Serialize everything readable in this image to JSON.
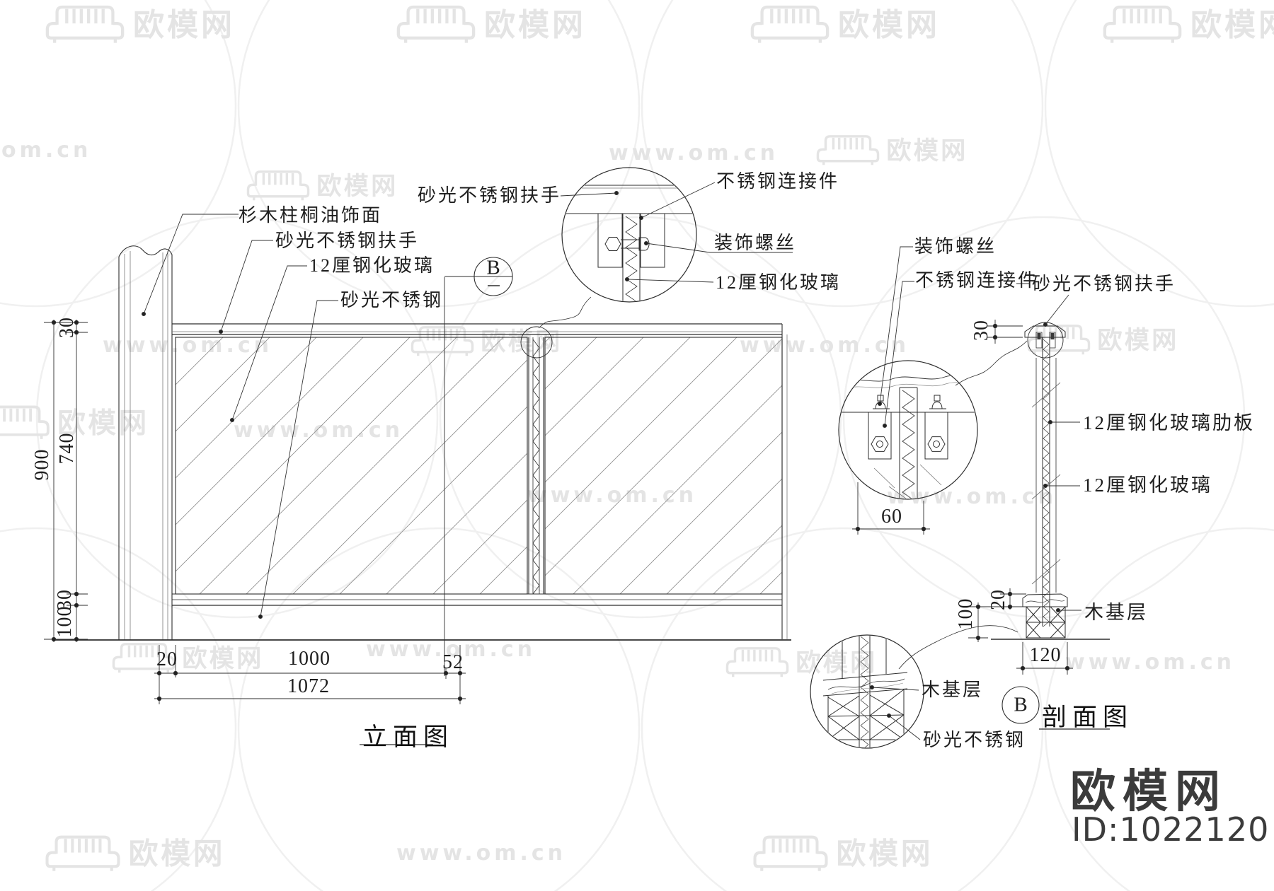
{
  "watermark": {
    "brand": "欧模网",
    "site_url": "www.om.cn",
    "site_url_short": "om.cn",
    "image_id": "ID:1022120"
  },
  "titles": {
    "elevation": "立面图",
    "section": "剖面图",
    "elevation_mark_letter": "B",
    "section_mark_letter": "B"
  },
  "elevation": {
    "callouts": {
      "post": "杉木柱桐油饰面",
      "handrail": "砂光不锈钢扶手",
      "glass": "12厘钢化玻璃",
      "steel": "砂光不锈钢"
    },
    "dims": {
      "total_height": "900",
      "cap": "30",
      "glass_height": "740",
      "rail": "30",
      "base": "100",
      "seg_left": "20",
      "seg_glass": "1000",
      "seg_right": "52",
      "total_width": "1072"
    }
  },
  "top_detail": {
    "handrail": "砂光不锈钢扶手",
    "connector": "不锈钢连接件",
    "screw": "装饰螺丝",
    "glass": "12厘钢化玻璃"
  },
  "mid_detail": {
    "screw": "装饰螺丝",
    "connector": "不锈钢连接件",
    "handrail": "砂光不锈钢扶手",
    "width": "60"
  },
  "section": {
    "cap_height": "30",
    "rib": "12厘钢化玻璃肋板",
    "glass": "12厘钢化玻璃",
    "wood_base": "木基层",
    "cap_thickness": "20",
    "base_height": "100",
    "base_width": "120"
  },
  "base_detail": {
    "wood_base": "木基层",
    "steel": "砂光不锈钢"
  }
}
